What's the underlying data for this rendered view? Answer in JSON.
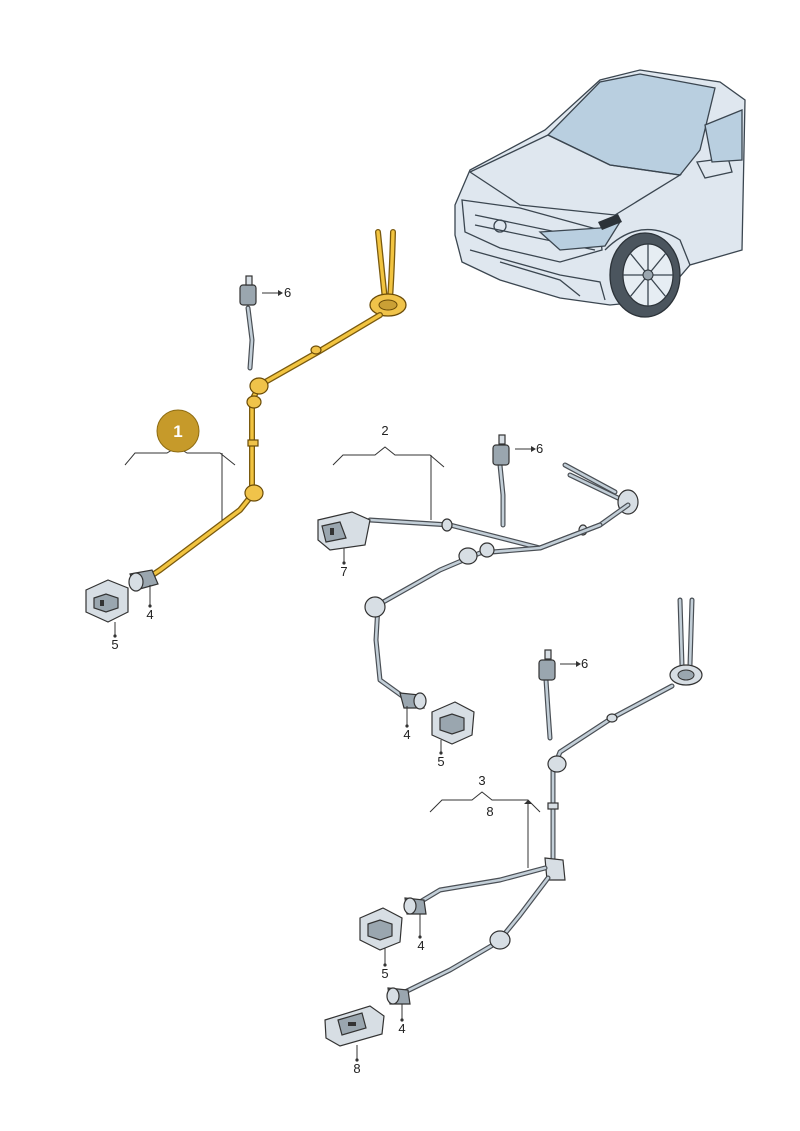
{
  "callouts": {
    "badge": "1",
    "group_2": "2",
    "group_3": "3",
    "group_3_sub": "8",
    "part_4": "4",
    "part_5": "5",
    "part_6": "6",
    "part_7": "7",
    "part_8": "8"
  },
  "colors": {
    "highlight": "#f0c34a",
    "badge": "#c69a2a"
  }
}
